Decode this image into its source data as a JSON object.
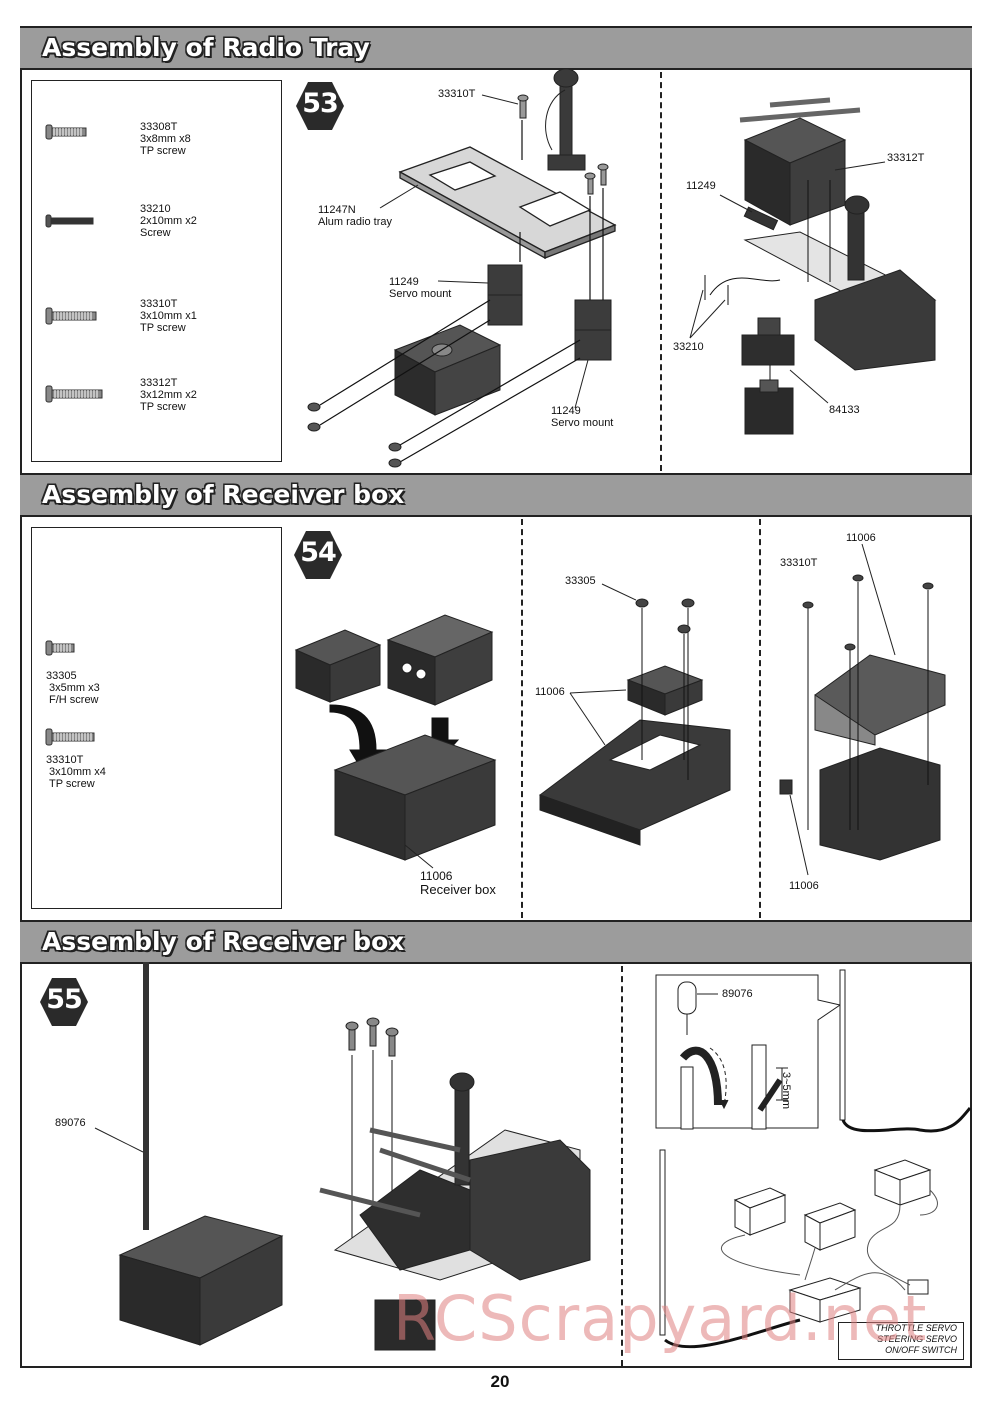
{
  "sections": {
    "radio_tray": {
      "title": "Assembly of Radio Tray",
      "step": "53"
    },
    "receiver_box_1": {
      "title": "Assembly of Receiver box",
      "step": "54"
    },
    "receiver_box_2": {
      "title": "Assembly of Receiver box",
      "step": "55"
    }
  },
  "parts_53": [
    {
      "code": "33308T",
      "size": "3x8mm x8",
      "desc": "TP screw"
    },
    {
      "code": "33210",
      "size": "2x10mm x2",
      "desc": "Screw"
    },
    {
      "code": "33310T",
      "size": "3x10mm x1",
      "desc": "TP screw"
    },
    {
      "code": "33312T",
      "size": "3x12mm x2",
      "desc": "TP screw"
    }
  ],
  "parts_54": [
    {
      "code": "33305",
      "size": "3x5mm x3",
      "desc": "F/H screw"
    },
    {
      "code": "33310T",
      "size": "3x10mm x4",
      "desc": "TP screw"
    }
  ],
  "callouts_53": {
    "screw_top": "33310T",
    "tray_code": "11247N",
    "tray_name": "Alum radio tray",
    "mount1_code": "11249",
    "mount1_name": "Servo mount",
    "mount2_code": "11249",
    "mount2_name": "Servo mount",
    "right_screw": "33312T",
    "right_mount": "11249",
    "right_screw2": "33210",
    "right_switch": "84133"
  },
  "callouts_54": {
    "box_code": "11006",
    "box_name": "Receiver box",
    "mid_screw": "33305",
    "mid_box": "11006",
    "right_screw": "33310T",
    "right_top": "11006",
    "right_bottom": "11006"
  },
  "callouts_55": {
    "antenna": "89076",
    "inset_antenna": "89076",
    "inset_measure": "3~5mm"
  },
  "wiring_legend": [
    "THROTTLE SERVO",
    "STEERING SERVO",
    "ON/OFF SWITCH"
  ],
  "watermark": "RCScrapyard.net",
  "page_number": "20"
}
